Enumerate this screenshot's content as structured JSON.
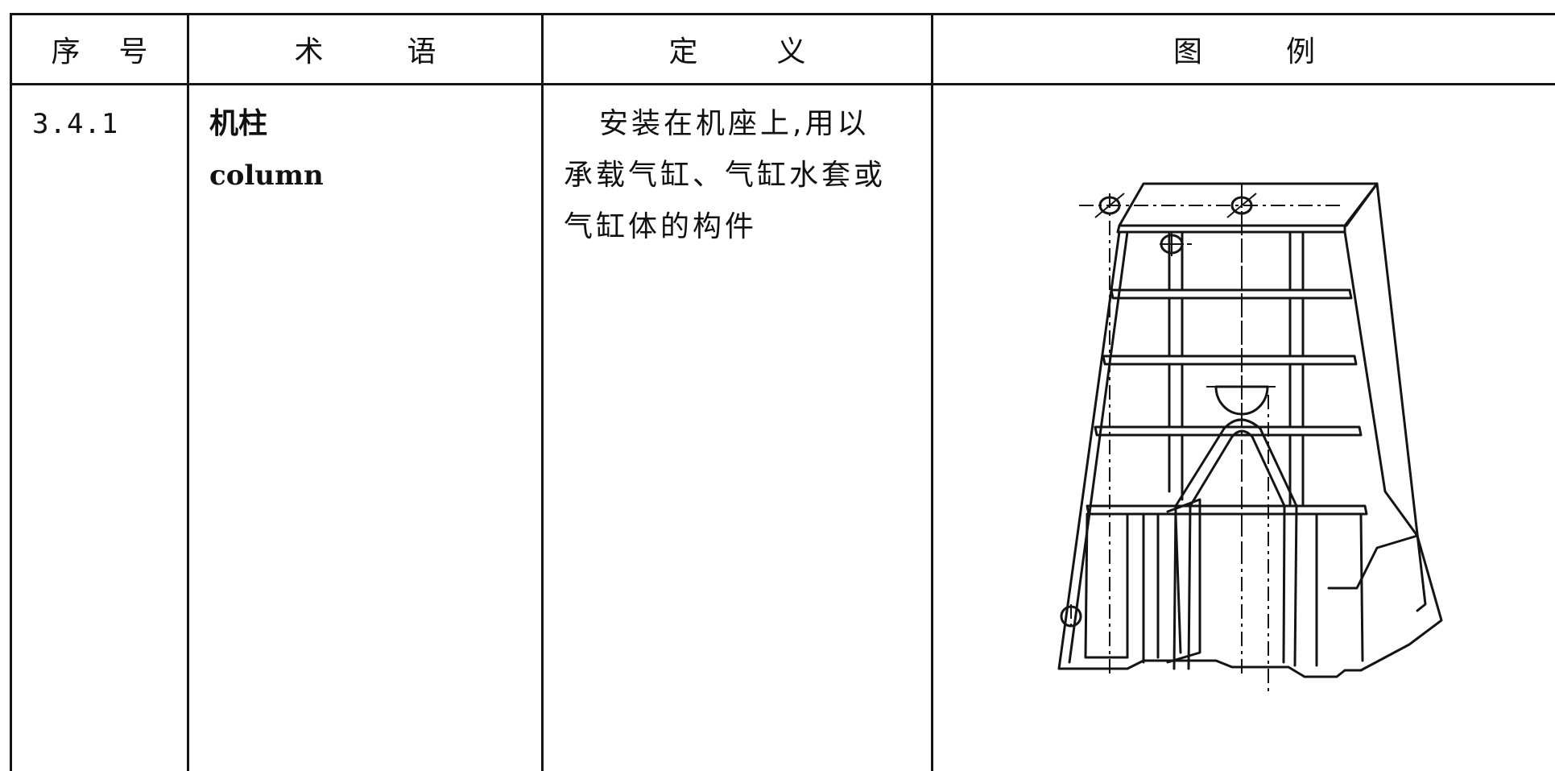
{
  "table": {
    "headers": {
      "serial": [
        "序",
        "号"
      ],
      "term": [
        "术",
        "语"
      ],
      "definition": [
        "定",
        "义"
      ],
      "figure": [
        "图",
        "例"
      ]
    },
    "row": {
      "serial": "3.4.1",
      "term_zh": "机柱",
      "term_en": "column",
      "definition_lines": [
        "安装在机座上,用以",
        "承载气缸、气缸水套或",
        "气缸体的构件"
      ],
      "figure_icon": "column-technical-drawing"
    }
  },
  "colors": {
    "ink": "#141414",
    "background": "#ffffff"
  }
}
